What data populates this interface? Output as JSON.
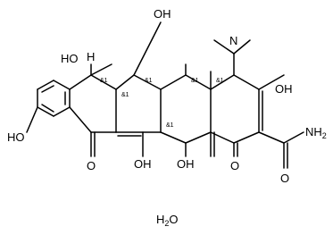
{
  "compound_structure": {
    "dimethylamino": {
      "text": "N"
    },
    "hydroxyls": [
      "HO",
      "OH",
      "OH",
      "OH",
      "OH",
      "OH"
    ],
    "oxo_left": "O",
    "oxo_right": "O",
    "amide": {
      "n": "NH",
      "subscript": "2",
      "o": "O"
    },
    "hydrogen": "H",
    "stereo_marks": [
      "&1",
      "&1",
      "&1",
      "&1",
      "&1",
      "&1"
    ]
  },
  "hydrate": {
    "h": "H",
    "subscript": "2",
    "o": "O"
  }
}
